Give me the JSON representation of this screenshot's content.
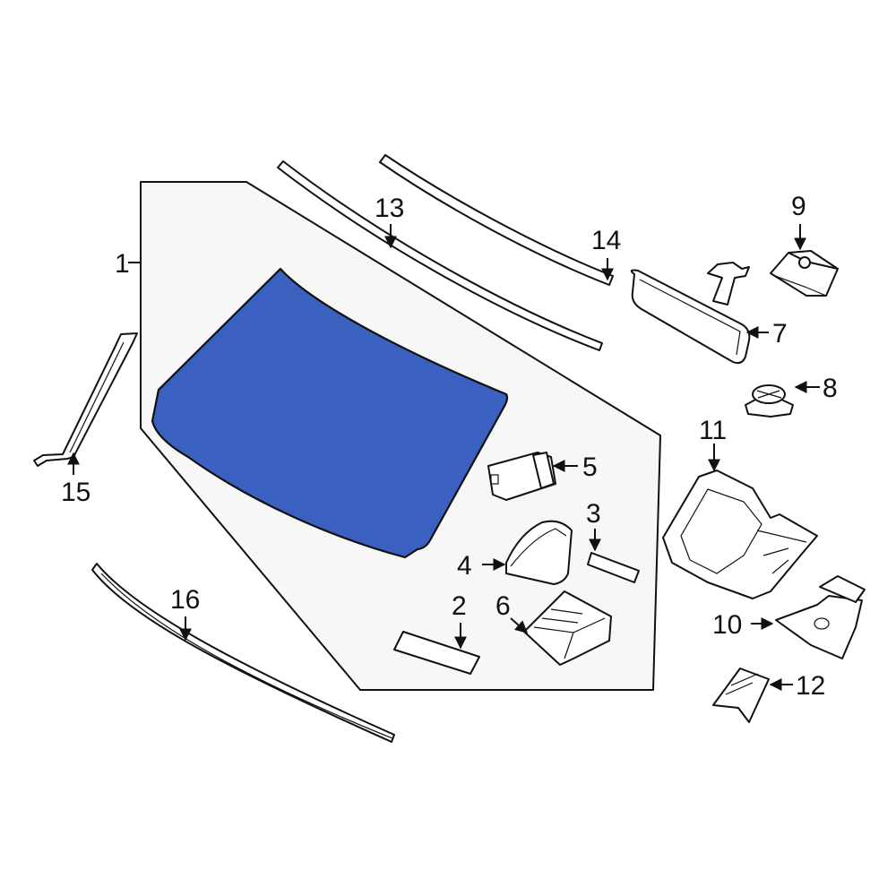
{
  "colors": {
    "windshield_fill": "#3a61c0",
    "group_fill": "#f7f7f7",
    "line": "#111111"
  },
  "callouts": {
    "c1": "1",
    "c2": "2",
    "c3": "3",
    "c4": "4",
    "c5": "5",
    "c6": "6",
    "c7": "7",
    "c8": "8",
    "c9": "9",
    "c10": "10",
    "c11": "11",
    "c12": "12",
    "c13": "13",
    "c14": "14",
    "c15": "15",
    "c16": "16"
  }
}
